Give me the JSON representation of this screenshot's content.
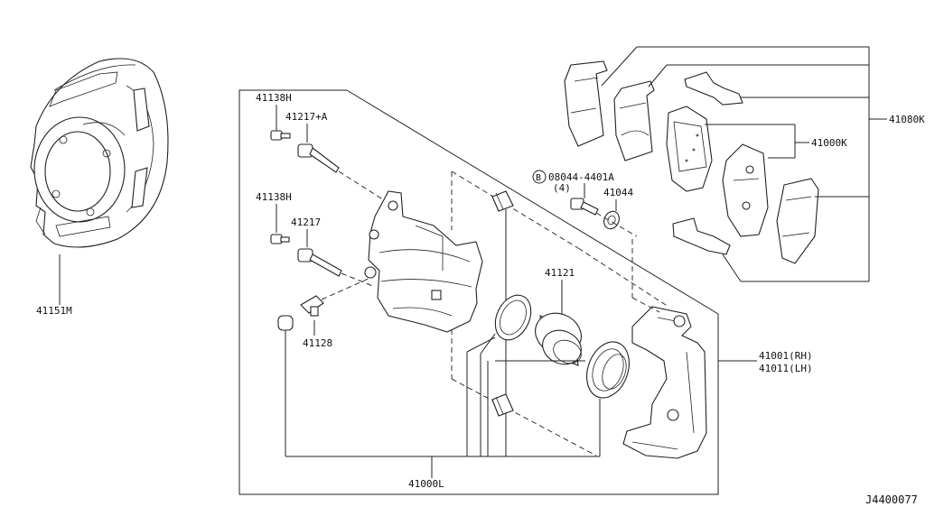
{
  "diagram_code": "J4400077",
  "labels": {
    "dust_shield": "41151M",
    "bolt_h_top": "41138H",
    "pin_a": "41217+A",
    "bolt_h_mid": "41138H",
    "pin": "41217",
    "bleeder": "41128",
    "bolt_b_prefix": "B",
    "bolt_b": "08044-4401A",
    "bolt_b_qty": "(4)",
    "washer": "41044",
    "piston": "41121",
    "kit_hardware": "41080K",
    "pad_kit": "41000K",
    "caliper_rh": "41001(RH)",
    "caliper_lh": "41011(LH)",
    "seal_kit": "41000L"
  }
}
